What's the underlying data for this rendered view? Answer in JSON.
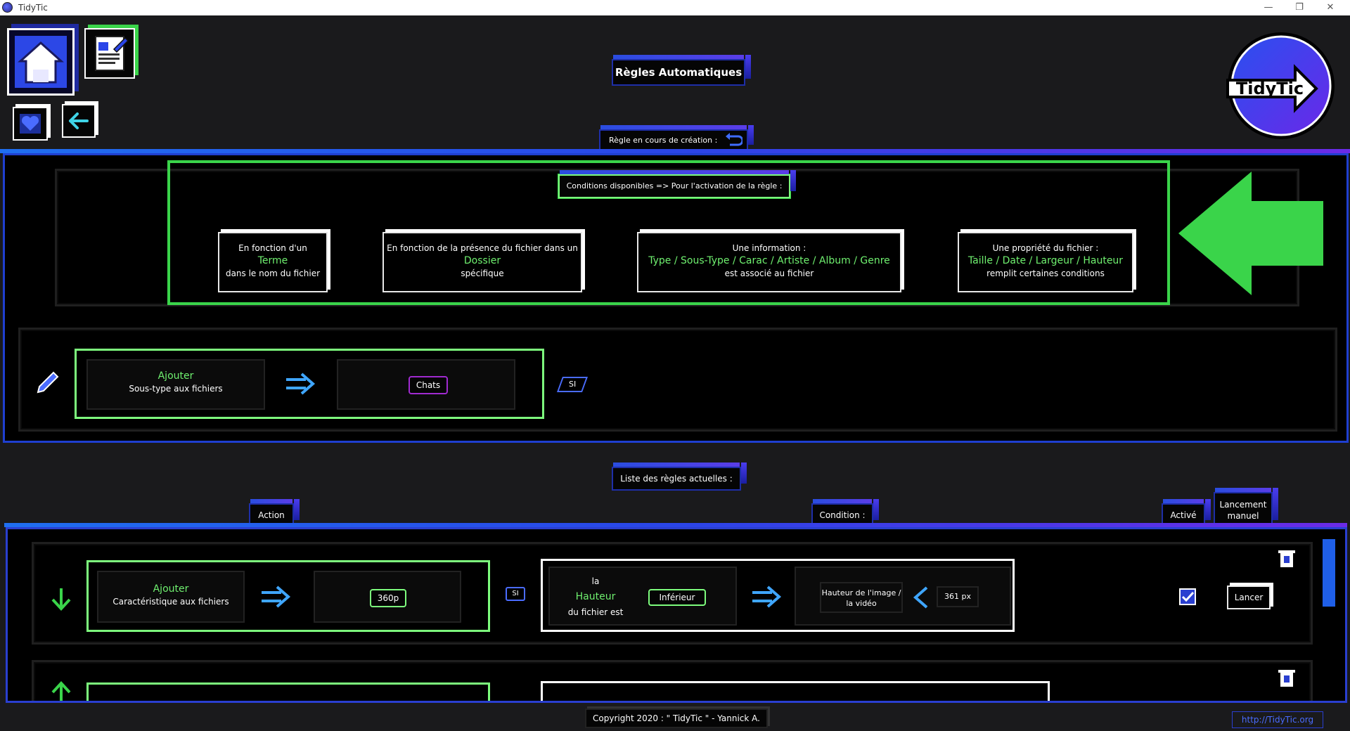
{
  "window": {
    "title": "TidyTic"
  },
  "header": {
    "title": "Règles Automatiques",
    "logo_text": "TidyTic"
  },
  "creation": {
    "label": "Règle en cours de création :",
    "conditions_label": "Conditions disponibles => Pour l'activation de la règle :",
    "cards": [
      {
        "line1": "En fonction d'un",
        "line2": "Terme",
        "line3": "dans le nom du fichier"
      },
      {
        "line1": "En fonction de la présence du fichier dans un",
        "line2": "Dossier",
        "line3": "spécifique"
      },
      {
        "line1": "Une information :",
        "line2": "Type / Sous-Type / Carac / Artiste / Album / Genre",
        "line3": "est associé au fichier"
      },
      {
        "line1": "Une propriété du fichier :",
        "line2": "Taille / Date / Largeur / Hauteur",
        "line3": "remplit certaines conditions"
      }
    ],
    "action": {
      "verb": "Ajouter",
      "desc": "Sous-type aux fichiers",
      "value": "Chats",
      "si": "SI"
    }
  },
  "list": {
    "label": "Liste des règles actuelles :",
    "col_action": "Action",
    "col_condition": "Condition :",
    "col_active": "Activé",
    "col_launch": "Lancement manuel",
    "rule1": {
      "verb": "Ajouter",
      "desc": "Caractéristique aux fichiers",
      "value": "360p",
      "si": "SI",
      "cond_la": "la",
      "cond_prop": "Hauteur",
      "cond_tail": "du fichier est",
      "cond_op": "Inférieur",
      "cond_target": "Hauteur de l'image / la vidéo",
      "cond_value": "361 px",
      "launch": "Lancer"
    }
  },
  "footer": {
    "copyright": "Copyright 2020 : \" TidyTic \" - Yannick A.",
    "url": "http://TidyTic.org"
  }
}
